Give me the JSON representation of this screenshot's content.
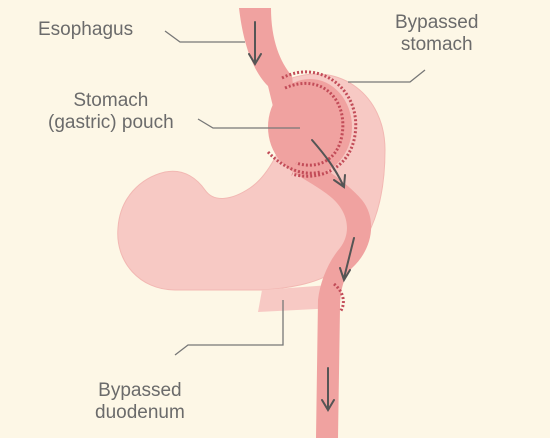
{
  "labels": {
    "esophagus": "Esophagus",
    "bypassed_stomach": [
      "Bypassed",
      "stomach"
    ],
    "pouch": [
      "Stomach",
      "(gastric) pouch"
    ],
    "bypassed_duodenum": [
      "Bypassed",
      "duodenum"
    ]
  },
  "colors": {
    "background": "#fdf7e6",
    "bypassed_tissue": "#f7c9c4",
    "active_tract": "#f0a2a0",
    "outline": "#e26c6c",
    "staple": "#b94f58",
    "arrow": "#555555",
    "leader": "#777777",
    "text": "#6b6b6b"
  }
}
